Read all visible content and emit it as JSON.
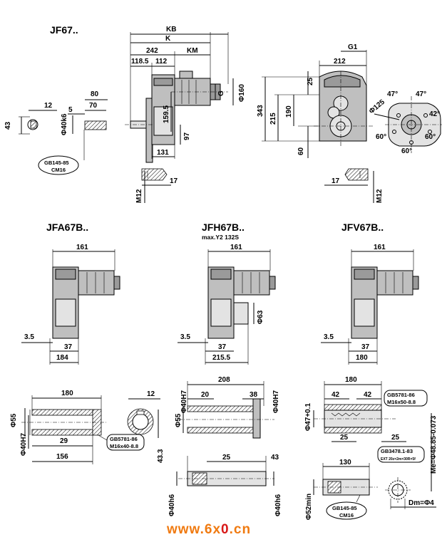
{
  "titles": {
    "jf67": "JF67..",
    "jfa67b": "JFA67B..",
    "jfh67b": "JFH67B..",
    "jfh67b_note": "max.Y2 132S",
    "jfv67b": "JFV67B.."
  },
  "jf67": {
    "KB": "KB",
    "K": "K",
    "KM": "KM",
    "G": "G",
    "G1": "G1",
    "d242": "242",
    "d118_5": "118.5",
    "d112": "112",
    "d159_5": "159.5",
    "d97": "97",
    "d131": "131",
    "phi160": "Φ160",
    "d212": "212",
    "d25": "25",
    "d343": "343",
    "d215": "215",
    "d190": "190",
    "d60": "60",
    "phi125": "Φ125",
    "a47l": "47°",
    "a47r": "47°",
    "a42": "42°",
    "a60l": "60°",
    "a60r": "60°",
    "a60b": "60°",
    "d80": "80",
    "d70": "70",
    "d12": "12",
    "d5": "5",
    "d43": "43",
    "phi40": "Φ40k6",
    "std": "GB145-85",
    "std2": "CM16",
    "m12a": "M12",
    "d17a": "17",
    "m12b": "M12",
    "d17b": "17"
  },
  "jfa": {
    "d161": "161",
    "d3_5": "3.5",
    "d37": "37",
    "d184": "184"
  },
  "jfh": {
    "d161": "161",
    "d3_5": "3.5",
    "d37": "37",
    "d215_5": "215.5",
    "phi63": "Φ63"
  },
  "jfv": {
    "d161": "161",
    "d3_5": "3.5",
    "d37": "37",
    "d180": "180"
  },
  "jfa_shaft": {
    "d180": "180",
    "d12": "12",
    "d29": "29",
    "d156": "156",
    "d43_3": "43.3",
    "phi55": "Φ55",
    "phi40": "Φ40H7",
    "std": "GB5781-86",
    "std2": "M16x40-8.8"
  },
  "jfh_shaft": {
    "d208": "208",
    "d20": "20",
    "d38": "38",
    "phi40a": "Φ40H7",
    "phi40b": "Φ40H7",
    "phi55": "Φ55",
    "d25": "25",
    "d43": "43",
    "phi40c": "Φ40h6",
    "phi40d": "Φ40h6"
  },
  "jfv_shaft": {
    "d180": "180",
    "d42a": "42",
    "d42b": "42",
    "phi47": "Φ47+0.1",
    "d25a": "25",
    "d25b": "25",
    "std": "GB5781-86",
    "std2": "M16x50-8.8",
    "std3": "GB3478.1-83",
    "std4": "EXT 20z×2m×30R×5f",
    "d130": "130",
    "phi52": "Φ52min",
    "me": "Me=Φ48.85-0.073",
    "dm": "Dm=Φ4",
    "std5": "GB145-85",
    "std6": "CM16"
  },
  "watermark": {
    "prefix": "www.6x",
    "zero": "0",
    "suffix": ".cn"
  }
}
